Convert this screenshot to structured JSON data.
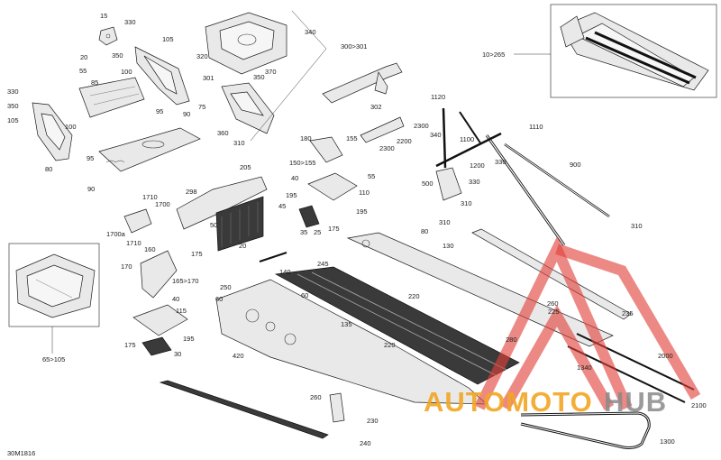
{
  "diagram_id": "30M1816",
  "watermark": {
    "text_left": "AUTOMOTO",
    "text_right": "HUB",
    "colors": {
      "a_mark": "#e0403a",
      "text_left": "#f2a623",
      "text_right": "#8a8a8a"
    }
  },
  "labels": {
    "l15": "15",
    "l330a": "330",
    "l20a": "20",
    "l55a": "55",
    "l105a": "105",
    "l350a": "350",
    "l100a": "100",
    "l85": "85",
    "l95a": "95",
    "l75": "75",
    "l90a": "90",
    "l330b": "330",
    "l350b": "350",
    "l105b": "105",
    "l100b": "100",
    "l95b": "95",
    "l80": "80",
    "l90b": "90",
    "l340": "340",
    "l320": "320",
    "l350c": "350",
    "l370": "370",
    "l300_301": "300>301",
    "l301": "301",
    "l360": "360",
    "l310a": "310",
    "l302": "302",
    "l10_265": "10>265",
    "l1120": "1120",
    "l340b": "340",
    "l1100": "1100",
    "l1110": "1110",
    "l2300a": "2300",
    "l2300b": "2300",
    "l2200": "2200",
    "l330c": "330",
    "l1200": "1200",
    "l900": "900",
    "l500": "500",
    "l330d": "330",
    "l310b": "310",
    "l310c": "310",
    "l310d": "310",
    "l180": "180",
    "l155": "155",
    "l150_155": "150>155",
    "l40a": "40",
    "l55b": "55",
    "l110": "110",
    "l195a": "195",
    "l195b": "195",
    "l35": "35",
    "l25": "25",
    "l175a": "175",
    "l205": "205",
    "l298": "298",
    "l50": "50",
    "l45": "45",
    "l20b": "20",
    "l140": "140",
    "l1710a": "1710",
    "l1700": "1700",
    "l1700a": "1700a",
    "l1710b": "1710",
    "l160": "160",
    "l170": "170",
    "l175b": "175",
    "l165_170": "165>170",
    "l40b": "40",
    "l115": "115",
    "l175c": "175",
    "l195c": "195",
    "l30": "30",
    "l80b": "80",
    "l130": "130",
    "l250": "250",
    "l60a": "60",
    "l245": "245",
    "l60b": "60",
    "l220a": "220",
    "l135": "135",
    "l220b": "220",
    "l420": "420",
    "l260a": "260",
    "l225": "225",
    "l280": "280",
    "l235": "235",
    "l2000": "2000",
    "l1340": "1340",
    "l2100": "2100",
    "l260b": "260",
    "l230": "230",
    "l240": "240",
    "l1300": "1300",
    "l65_105": "65>105"
  }
}
